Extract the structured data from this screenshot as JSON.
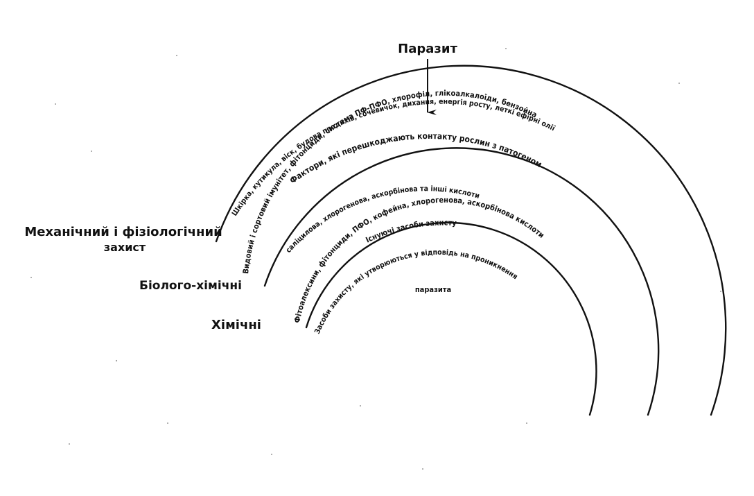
{
  "parasite": {
    "label": "Паразит"
  },
  "levels": {
    "mechanical": {
      "label_line1": "Механічний і фізіологічний",
      "label_line2": "захист",
      "outer_text": "Шкірка, кутикула, віск, будова продихів, сочевичок, дихання, енергія росту, леткі ефірні олії",
      "inner_text": "Фактори, які перешкоджають контакту рослин з патогеном"
    },
    "biochemical": {
      "label": "Біолого-хімічні",
      "outer_text": "Видовий і сортовий імунітет, фітонциди, система ПФ-ПФО, хлорофіл, глікоалкалоїди, бензойна",
      "middle_text": "саліцилова, хлорогенова, аскорбінова та інші кислоти",
      "inner_text": "Існуючі засоби захисту"
    },
    "chemical": {
      "label": "Хімічні",
      "outer_text": "Фітоалексини, фітонциди, ПФО, кофейна, хлорогенова, аскорбінова кислоти",
      "inner_text": "Засоби захисту, які утворюються у відповідь на проникнення",
      "inner_text2": "паразита"
    }
  },
  "colors": {
    "ink": "#111111",
    "paper": "#ffffff"
  }
}
